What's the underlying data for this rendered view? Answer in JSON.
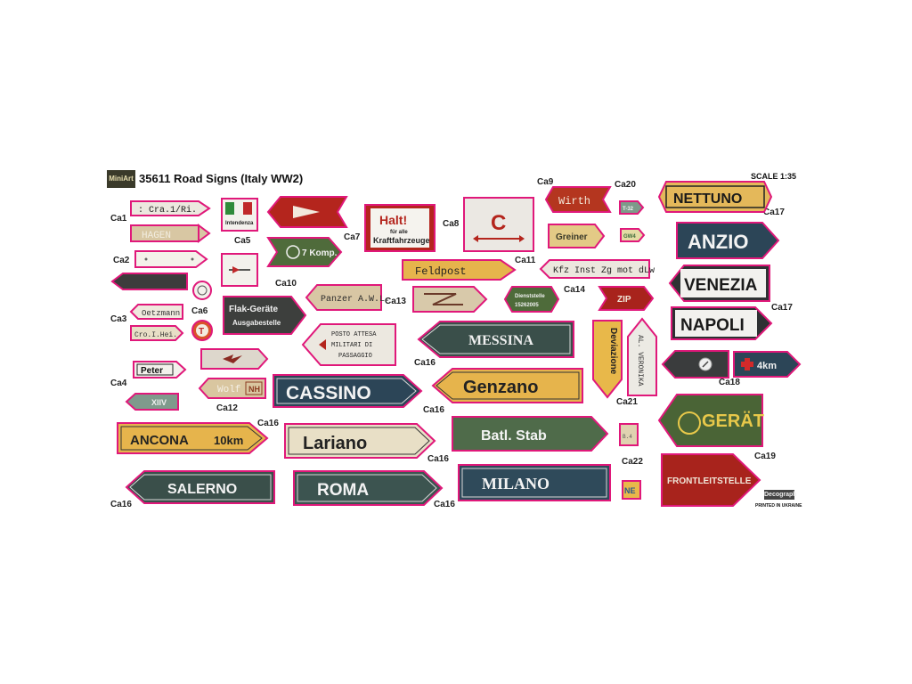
{
  "header": {
    "brand_logo": "MiniArt",
    "title": "35611 Road Signs (Italy WW2)",
    "scale": "SCALE 1:35",
    "printed": "PRINTED IN UKRAINE",
    "maker_logo": "Decograph"
  },
  "labels": {
    "ca1": "Ca1",
    "ca2": "Ca2",
    "ca3": "Ca3",
    "ca4": "Ca4",
    "ca5": "Ca5",
    "ca6": "Ca6",
    "ca7": "Ca7",
    "ca8": "Ca8",
    "ca9": "Ca9",
    "ca10": "Ca10",
    "ca11": "Ca11",
    "ca12": "Ca12",
    "ca13": "Ca13",
    "ca14": "Ca14",
    "ca16": "Ca16",
    "ca17": "Ca17",
    "ca18": "Ca18",
    "ca19": "Ca19",
    "ca20": "Ca20",
    "ca21": "Ca21",
    "ca22": "Ca22"
  },
  "signs": {
    "cra": ": Cra.1/Ri.",
    "hagen": "HAGEN",
    "intendenza": "Intendenza",
    "oetzmann": "Oetzmann",
    "cro": "Cro.I.Hei.",
    "peter": "Peter",
    "xiiv": "XIIV",
    "c_letter": "C",
    "t_badge": "T",
    "komp": "7 Komp.",
    "flak1": "Flak-Geräte",
    "flak2": "Ausgabestelle",
    "posto1": "POSTO ATTESA",
    "posto2": "MILITARI  DI",
    "posto3": "PASSAGGIO",
    "wolf": "Wolf",
    "nh": "NH",
    "panzer": "Panzer A.W.L.",
    "halt1": "Halt!",
    "halt2": "für alle",
    "halt3": "Kraftfahrzeuge",
    "feldpost": "Feldpost",
    "wirth": "Wirth",
    "greiner": "Greiner",
    "t32": "T-32",
    "gw4": "GW4",
    "kfz": "Kfz Inst Zg mot dLw",
    "dienst1": "Dienststelle",
    "dienst2": "15262005",
    "zip": "ZIP",
    "nettuno": "NETTUNO",
    "anzio": "ANZIO",
    "venezia": "VENEZIA",
    "napoli": "NAPOLI",
    "messina": "MESSINA",
    "deviazione": "Deviazione",
    "veronika": "AL. VERONIKA",
    "cassino": "CASSINO",
    "genzano": "Genzano",
    "km4": "4km",
    "ancona": "ANCONA",
    "km10": "10km",
    "lariano": "Lariano",
    "batl": "Batl. Stab",
    "b4": "B.4",
    "gerat": "GERÄT",
    "frontleit": "FRONTLEITSTELLE",
    "salerno": "SALERNO",
    "roma": "ROMA",
    "milano": "MILANO",
    "ne": "NE"
  },
  "colors": {
    "border": "#e0187a",
    "blue_gray": "#2e4a5a",
    "yellow": "#e8b84a",
    "green": "#3e5a3e",
    "red": "#a8231c",
    "cream": "#ece6d6"
  }
}
